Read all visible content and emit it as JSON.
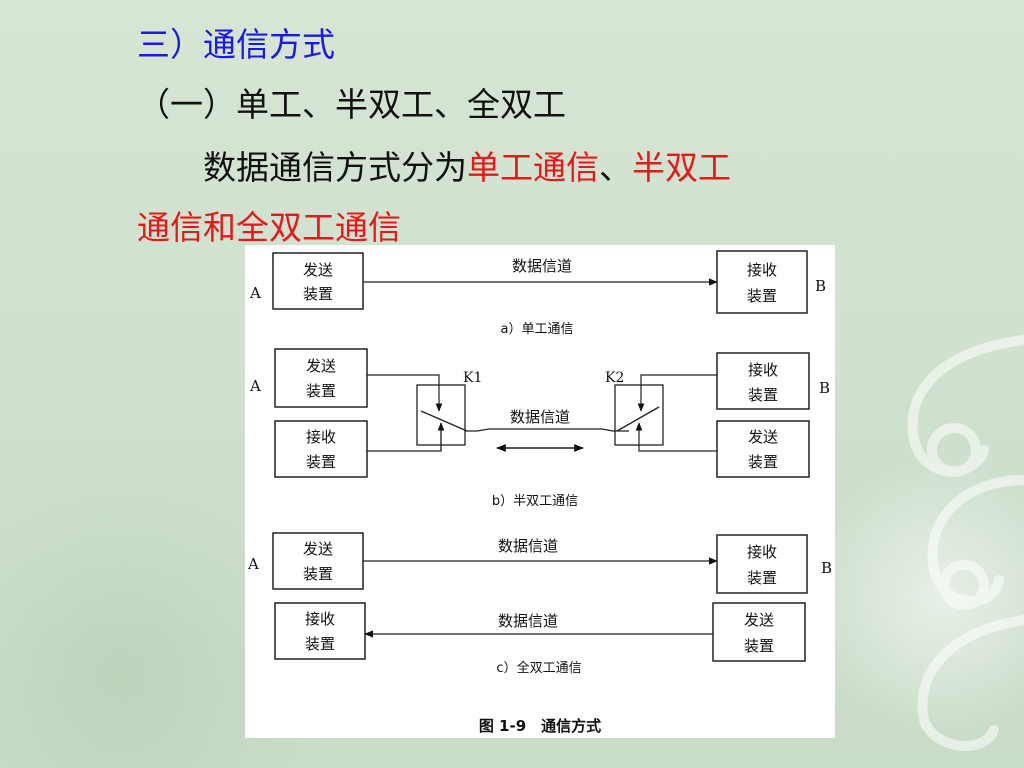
{
  "slide": {
    "title": "三）通信方式",
    "subtitle": "（一）单工、半双工、全双工",
    "paragraph": {
      "lead": "数据通信方式分为",
      "simplex": "单工通信",
      "sep": "、",
      "half_duplex_line1": "半双工",
      "half_duplex_line2": "通信",
      "conj": "和",
      "full_duplex": "全双工通信"
    },
    "colors": {
      "title": "#1a1ae6",
      "highlight": "#e61919",
      "text": "#111111",
      "background": "#cfe0cf"
    }
  },
  "figure": {
    "caption": "图 1-9　通信方式",
    "label_a": "A",
    "label_b": "B",
    "send_device_l1": "发送",
    "send_device_l2": "装置",
    "recv_device_l1": "接收",
    "recv_device_l2": "装置",
    "channel": "数据信道",
    "switch_k1": "K1",
    "switch_k2": "K2",
    "caption_a": "a）单工通信",
    "caption_b": "b）半双工通信",
    "caption_c": "c）全双工通信"
  }
}
